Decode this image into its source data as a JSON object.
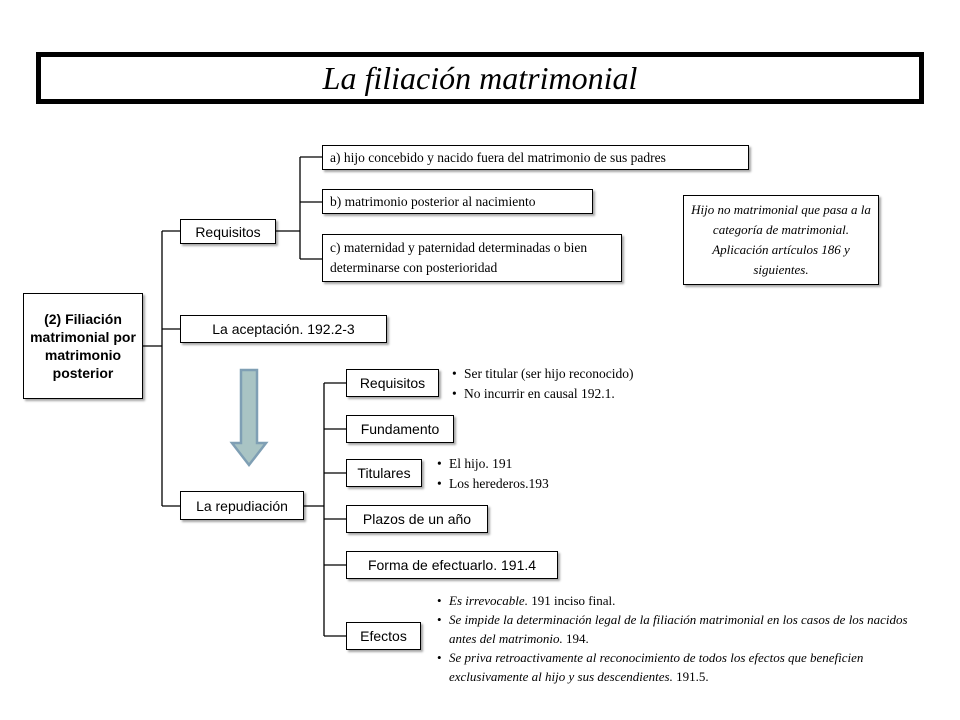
{
  "title": "La filiación matrimonial",
  "root": "(2) Filiación matrimonial por matrimonio posterior",
  "branches": {
    "requisitos": {
      "label": "Requisitos",
      "items": [
        "a) hijo concebido y nacido fuera del matrimonio de sus padres",
        "b) matrimonio posterior al nacimiento",
        "c) maternidad y paternidad determinadas o bien determinarse con posterioridad"
      ]
    },
    "aceptacion": {
      "label": "La aceptación. 192.2-3"
    },
    "repudiacion": {
      "label": "La repudiación",
      "children": {
        "requisitos": {
          "label": "Requisitos",
          "bullets": [
            "Ser titular (ser hijo reconocido)",
            "No incurrir en causal 192.1."
          ]
        },
        "fundamento": {
          "label": "Fundamento"
        },
        "titulares": {
          "label": "Titulares",
          "bullets": [
            "El hijo. 191",
            "Los herederos.193"
          ]
        },
        "plazos": {
          "label": "Plazos de un año"
        },
        "forma": {
          "label": "Forma de efectuarlo. 191.4"
        },
        "efectos": {
          "label": "Efectos",
          "bullets": [
            {
              "italic": "Es irrevocable.",
              "plain": " 191 inciso final."
            },
            {
              "italic": "Se impide la determinación legal de la filiación matrimonial en los casos de los nacidos antes del matrimonio.",
              "plain": " 194."
            },
            {
              "italic": "Se priva retroactivamente al reconocimiento de todos los efectos que beneficien exclusivamente al hijo y sus descendientes.",
              "plain": " 191.5."
            }
          ]
        }
      }
    }
  },
  "note": "Hijo no matrimonial que pasa a la categoría de matrimonial. Aplicación artículos 186 y siguientes.",
  "colors": {
    "arrow_fill": "#a9c4c4",
    "arrow_stroke": "#7f9fb4",
    "shadow": "#666666"
  }
}
